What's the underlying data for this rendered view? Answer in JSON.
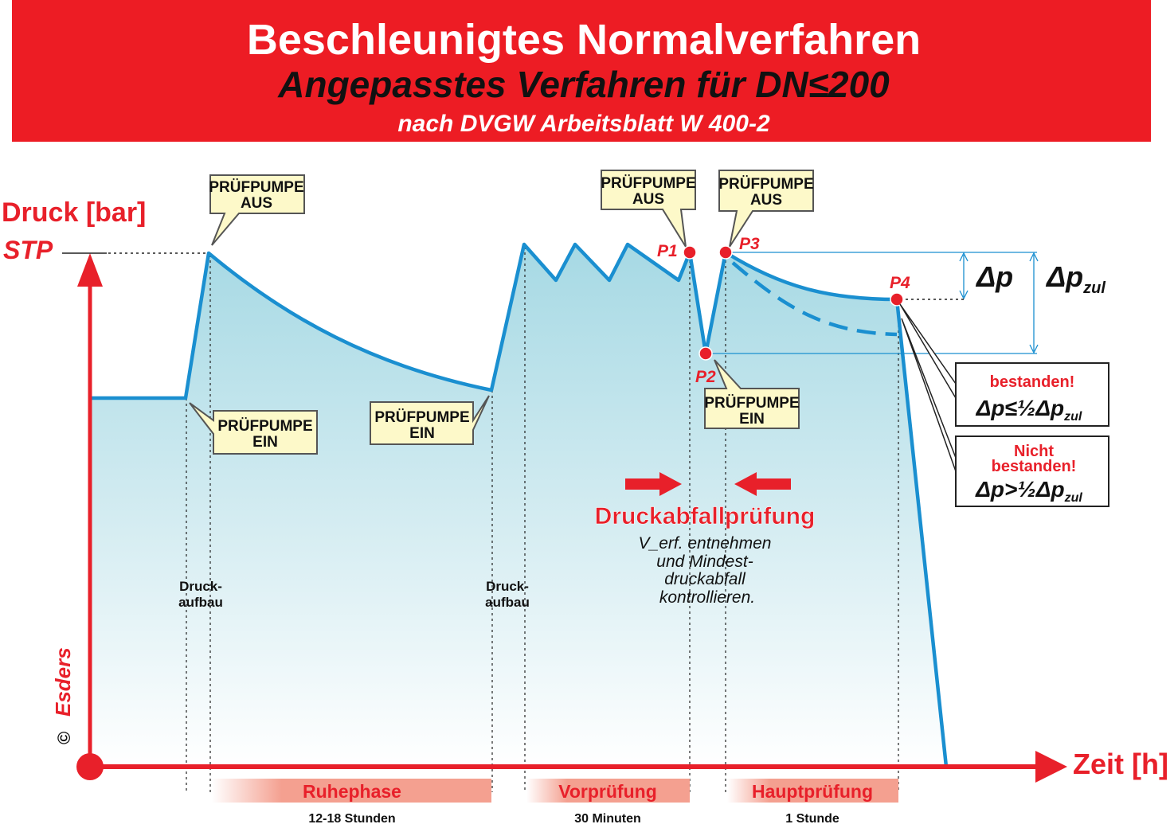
{
  "header": {
    "title": "Beschleunigtes Normalverfahren",
    "subtitle": "Angepasstes Verfahren für DN≤200",
    "source": "nach DVGW Arbeitsblatt W 400-2"
  },
  "axes": {
    "y_label": "Druck [bar]",
    "stp_label": "STP",
    "x_label": "Zeit [h]"
  },
  "callouts": {
    "pump_off": [
      "PRÜFPUMPE",
      "AUS"
    ],
    "pump_on": [
      "PRÜFPUMPE",
      "EIN"
    ]
  },
  "points": {
    "p1": "P1",
    "p2": "P2",
    "p3": "P3",
    "p4": "P4"
  },
  "delta": {
    "dp": "Δp",
    "dp_zul_main": "Δp",
    "dp_zul_sub": "zul"
  },
  "results": {
    "passed": {
      "title": "bestanden!",
      "formula": "Δp≤½Δp",
      "sub": "zul"
    },
    "failed": {
      "title1": "Nicht",
      "title2": "bestanden!",
      "formula": "Δp>½Δp",
      "sub": "zul"
    }
  },
  "pressure_drop": {
    "title": "Druckabfallprüfung",
    "lines": [
      "V_erf. entnehmen",
      "und Mindest-",
      "druckabfall",
      "kontrollieren."
    ]
  },
  "build_up": [
    "Druck-",
    "aufbau"
  ],
  "phases": [
    {
      "name": "Ruhephase",
      "duration": "12-18 Stunden"
    },
    {
      "name": "Vorprüfung",
      "duration": "30 Minuten"
    },
    {
      "name": "Hauptprüfung",
      "duration": "1 Stunde"
    }
  ],
  "copyright": {
    "symbol": "©",
    "brand": "Esders"
  },
  "colors": {
    "red": "#ED1C24",
    "curve": "#1a8fd0",
    "callout": "#fdf9c9",
    "phase": "#f4a090"
  }
}
